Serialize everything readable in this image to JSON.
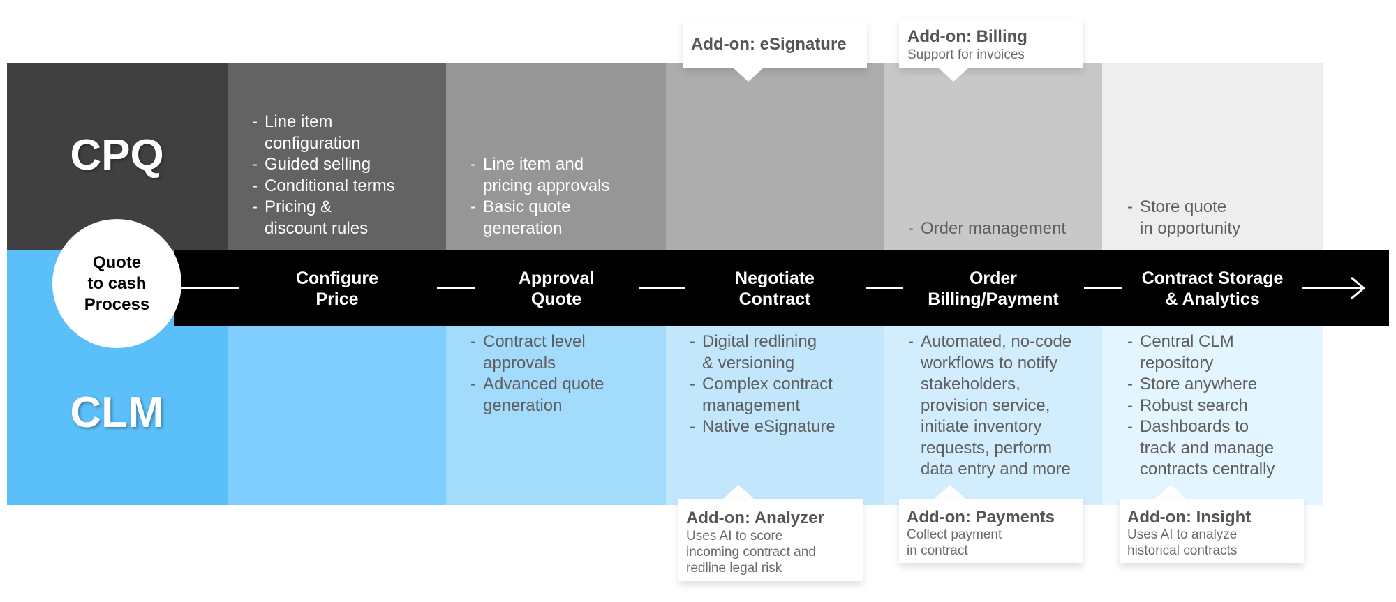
{
  "colors": {
    "cpq": [
      "#404040",
      "#636363",
      "#969696",
      "#adadad",
      "#c8c8c8",
      "#eeeeee"
    ],
    "clm": [
      "#5bbff9",
      "#80ceff",
      "#a3dbfd",
      "#c2e6fc",
      "#d2edfd",
      "#e3f5fe"
    ],
    "band": "#000000"
  },
  "rows": {
    "cpq": "CPQ",
    "clm": "CLM"
  },
  "process_circle": "Quote\nto cash\nProcess",
  "stages": [
    {
      "line1": "Configure",
      "line2": "Price"
    },
    {
      "line1": "Approval",
      "line2": "Quote"
    },
    {
      "line1": "Negotiate",
      "line2": "Contract"
    },
    {
      "line1": "Order",
      "line2": "Billing/Payment"
    },
    {
      "line1": "Contract Storage",
      "line2": "& Analytics"
    }
  ],
  "cpq_items": {
    "configure": [
      "Line item\nconfiguration",
      "Guided selling",
      "Conditional terms",
      "Pricing &\ndiscount rules"
    ],
    "approval": [
      "Line item and\npricing approvals",
      "Basic quote\ngeneration"
    ],
    "order": [
      "Order management"
    ],
    "storage": [
      "Store quote\nin opportunity"
    ]
  },
  "clm_items": {
    "approval": [
      "Contract level\napprovals",
      "Advanced quote\ngeneration"
    ],
    "negotiate": [
      "Digital redlining\n& versioning",
      "Complex contract\nmanagement",
      "Native eSignature"
    ],
    "order": [
      "Automated, no-code\nworkflows to notify\nstakeholders,\nprovision service,\ninitiate inventory\nrequests, perform\ndata entry and more"
    ],
    "storage": [
      "Central CLM\nrepository",
      "Store anywhere",
      "Robust search",
      "Dashboards to\ntrack and manage\ncontracts centrally"
    ]
  },
  "addons": {
    "esignature": {
      "title": "Add-on: eSignature",
      "desc": ""
    },
    "billing": {
      "title": "Add-on: Billing",
      "desc": "Support for invoices"
    },
    "analyzer": {
      "title": "Add-on: Analyzer",
      "desc": "Uses AI to score\nincoming contract and\nredline legal risk"
    },
    "payments": {
      "title": "Add-on: Payments",
      "desc": "Collect payment\nin contract"
    },
    "insight": {
      "title": "Add-on: Insight",
      "desc": "Uses AI to analyze\nhistorical contracts"
    }
  }
}
